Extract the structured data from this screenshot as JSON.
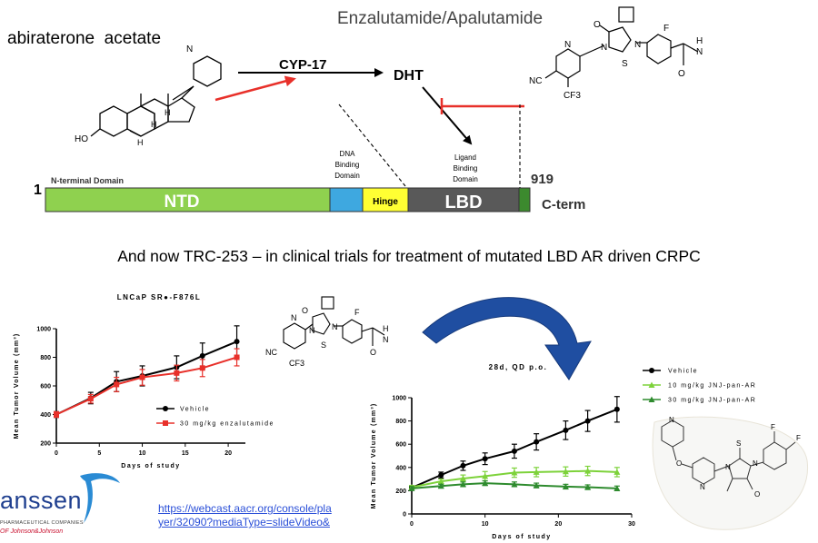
{
  "labels": {
    "abiraterone": "abiraterone  acetate",
    "enzalutamide": "Enzalutamide/Apalutamide",
    "cyp17": "CYP-17",
    "dht": "DHT",
    "dna_binding": [
      "DNA",
      "Binding",
      "Domain"
    ],
    "ligand_binding": [
      "Ligand",
      "Binding",
      "Domain"
    ],
    "one": "1",
    "n_terminal": "N-terminal Domain",
    "ntd": "NTD",
    "hinge": "Hinge",
    "lbd": "LBD",
    "n919": "919",
    "cterm": "C-term",
    "headline": "And now TRC-253 – in clinical trials for treatment of mutated LBD AR driven CRPC",
    "link_line1": "https://webcast.aacr.org/console/pla",
    "link_line2": "yer/32090?mediaType=slideVideo&",
    "logo_text": "anssen",
    "logo_sub1": "PHARMACEUTICAL COMPANIES",
    "logo_sub2": "OF Johnson&Johnson",
    "chem": {
      "ho": "HO",
      "h": "H",
      "n": "N",
      "o": "O",
      "s": "S",
      "f": "F",
      "nc": "NC",
      "cf3": "CF3",
      "hn": "H"
    }
  },
  "colors": {
    "ntd": "#8fd14f",
    "dna": "#3ea8e0",
    "hinge": "#ffff33",
    "lbd": "#595959",
    "cterm_box": "#3c8a2e",
    "red": "#e8302a",
    "series_black": "#000000",
    "series_red": "#e8302a",
    "series_lightgreen": "#7dd23a",
    "series_darkgreen": "#2e8b2e",
    "big_arrow": "#1f4ea1"
  },
  "chart_data": [
    {
      "type": "line",
      "title": "LNCaP SR●-F876L",
      "xlabel": "Days of study",
      "ylabel": "Mean Tumor Volume (mm³)",
      "xlim": [
        0,
        22
      ],
      "ylim": [
        200,
        1000
      ],
      "xticks": [
        0,
        5,
        10,
        15,
        20
      ],
      "yticks": [
        200,
        400,
        600,
        800,
        1000
      ],
      "x": [
        0,
        4,
        7,
        10,
        14,
        17,
        21
      ],
      "legend_position": "right",
      "series": [
        {
          "name": "Vehicle",
          "values": [
            400,
            515,
            630,
            670,
            730,
            810,
            910
          ],
          "errors": [
            20,
            40,
            70,
            70,
            80,
            90,
            110
          ]
        },
        {
          "name": "30 mg/kg enzalutamide",
          "values": [
            400,
            510,
            610,
            660,
            690,
            725,
            800
          ],
          "errors": [
            20,
            30,
            50,
            55,
            55,
            60,
            60
          ]
        }
      ]
    },
    {
      "type": "line",
      "title": "28d, QD p.o.",
      "xlabel": "Days of study",
      "ylabel": "Mean Tumor Volume (mm³)",
      "xlim": [
        0,
        30
      ],
      "ylim": [
        0,
        1000
      ],
      "xticks": [
        0,
        10,
        20,
        30
      ],
      "yticks": [
        0,
        200,
        400,
        600,
        800,
        1000
      ],
      "x": [
        0,
        4,
        7,
        10,
        14,
        17,
        21,
        24,
        28
      ],
      "legend_position": "top-right",
      "series": [
        {
          "name": "Vehicle",
          "values": [
            225,
            335,
            415,
            475,
            540,
            620,
            720,
            800,
            900
          ],
          "errors": [
            15,
            25,
            40,
            50,
            60,
            70,
            80,
            90,
            110
          ]
        },
        {
          "name": "10 mg/kg JNJ-pan-AR",
          "values": [
            230,
            280,
            305,
            325,
            355,
            360,
            365,
            370,
            360
          ],
          "errors": [
            15,
            20,
            30,
            40,
            40,
            40,
            40,
            40,
            40
          ]
        },
        {
          "name": "30 mg/kg JNJ-pan-AR",
          "values": [
            220,
            240,
            255,
            265,
            255,
            245,
            235,
            230,
            220
          ],
          "errors": [
            15,
            15,
            20,
            20,
            20,
            20,
            20,
            20,
            20
          ]
        }
      ]
    }
  ]
}
